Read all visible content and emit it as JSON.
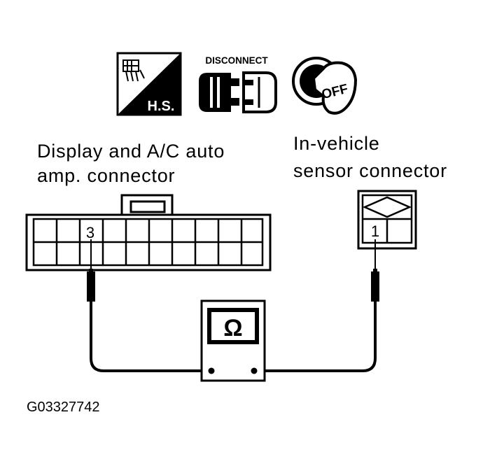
{
  "icons": {
    "hs_label": "H.S.",
    "disconnect_label": "DISCONNECT",
    "ignition_label": "OFF"
  },
  "left_connector": {
    "label_line1": "Display and A/C auto",
    "label_line2": "amp. connector",
    "terminal": "3"
  },
  "right_connector": {
    "label_line1": "In-vehicle",
    "label_line2": "sensor connector",
    "terminal": "1"
  },
  "meter": {
    "symbol": "Ω"
  },
  "figure_id": "G03327742"
}
